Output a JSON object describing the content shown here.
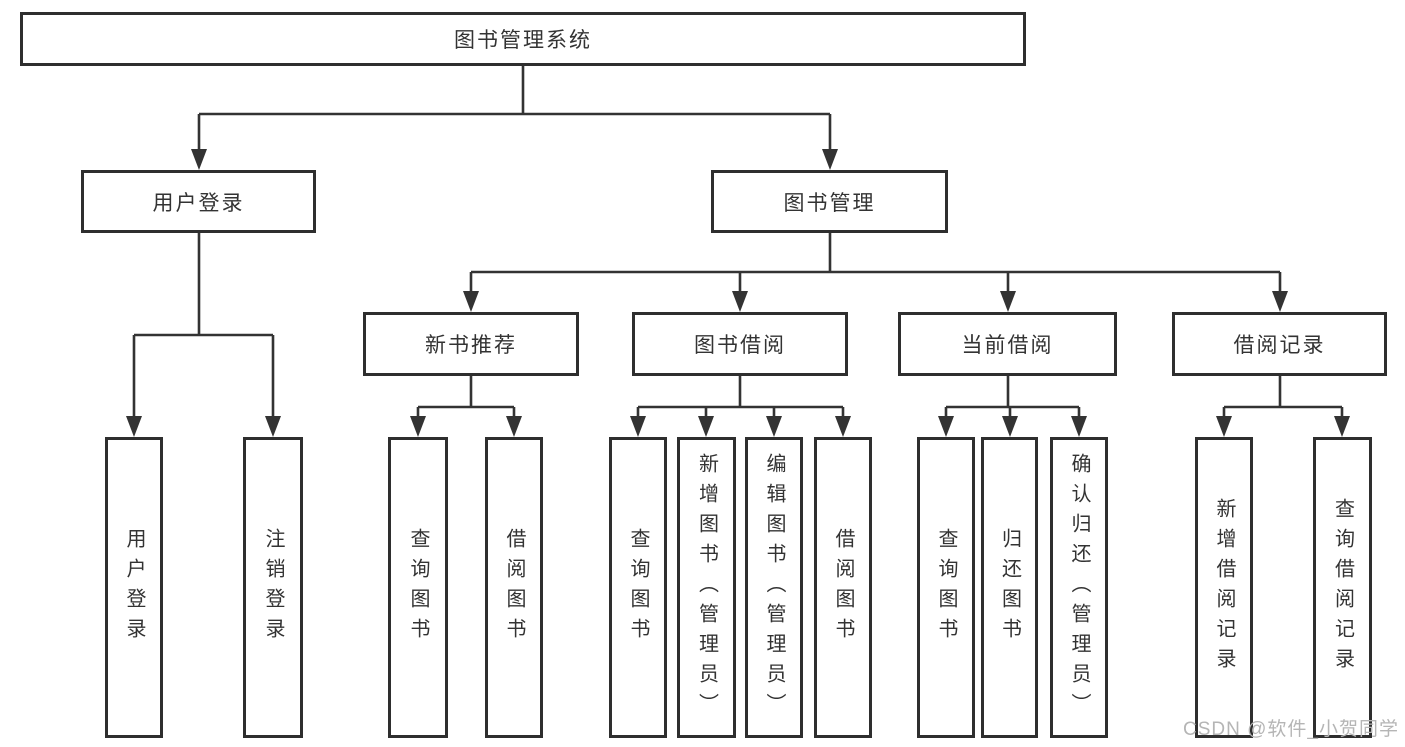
{
  "nodes": {
    "root": "图书管理系统",
    "user_login_branch": {
      "label": "用户登录",
      "children": [
        "用户登录",
        "注销登录"
      ]
    },
    "book_mgmt_branch": {
      "label": "图书管理",
      "children": [
        {
          "label": "新书推荐",
          "children": [
            "查询图书",
            "借阅图书"
          ]
        },
        {
          "label": "图书借阅",
          "children": [
            "查询图书",
            "新增图书（管理员）",
            "编辑图书（管理员）",
            "借阅图书"
          ]
        },
        {
          "label": "当前借阅",
          "children": [
            "查询图书",
            "归还图书",
            "确认归还（管理员）"
          ]
        },
        {
          "label": "借阅记录",
          "children": [
            "新增借阅记录",
            "查询借阅记录"
          ]
        }
      ]
    }
  },
  "watermark": "CSDN @软件_小贺同学",
  "colors": {
    "line": "#333333",
    "box-border": "#2e2e2e",
    "text": "#333333",
    "bg": "#ffffff",
    "watermark": "#b5b5b5"
  }
}
